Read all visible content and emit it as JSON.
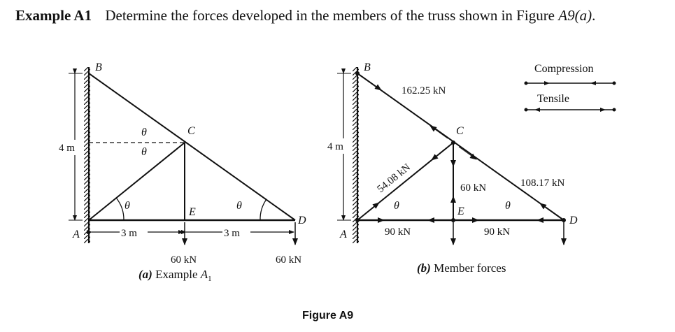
{
  "header": {
    "example_label": "Example A1",
    "statement_prefix": "Determine the forces developed in the members of the truss shown in Figure ",
    "statement_fig": "A9(a)",
    "statement_suffix": "."
  },
  "left": {
    "nodes": {
      "A": "A",
      "B": "B",
      "C": "C",
      "D": "D",
      "E": "E"
    },
    "theta": "θ",
    "dim_height": "4 m",
    "dim_left": "3 m",
    "dim_right": "3 m",
    "load_E": "60 kN",
    "load_D": "60 kN",
    "caption_letter": "(a)",
    "caption_text": " Example ",
    "caption_A": "A",
    "caption_sub": "1"
  },
  "right": {
    "nodes": {
      "A": "A",
      "B": "B",
      "C": "C",
      "D": "D",
      "E": "E"
    },
    "theta": "θ",
    "dim_height": "4 m",
    "force_BC": "162.25 kN",
    "force_AC": "54.08 kN",
    "force_CE": "60 kN",
    "force_CD": "108.17 kN",
    "force_AE": "90 kN",
    "force_ED": "90 kN",
    "legend_compression": "Compression",
    "legend_tensile": "Tensile",
    "caption_letter": "(b)",
    "caption_text": " Member forces"
  },
  "figure_caption": "Figure A9"
}
